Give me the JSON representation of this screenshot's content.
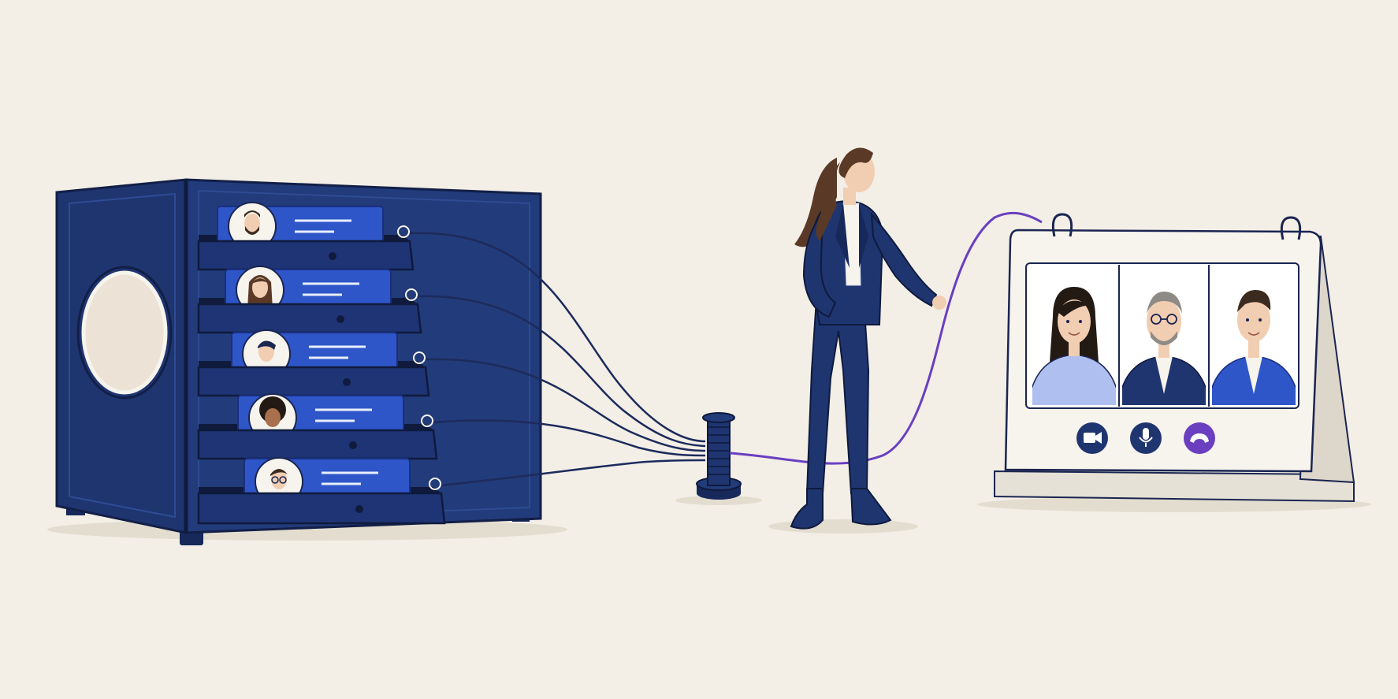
{
  "scene": {
    "background": "#f3efe7",
    "colors": {
      "navy": "#1f3570",
      "navy_dark": "#17285a",
      "royal_blue": "#2e56c9",
      "ink": "#1a2550",
      "purple": "#6a3fc0",
      "paper": "#f7f4ee",
      "skin": "#f1cdb1"
    },
    "cabinet": {
      "drawer_count": 5,
      "drawers": [
        {
          "profile": "bearded-man"
        },
        {
          "profile": "woman-long-hair"
        },
        {
          "profile": "man-side-part"
        },
        {
          "profile": "woman-curly-hair"
        },
        {
          "profile": "man-glasses"
        }
      ]
    },
    "call_panel": {
      "participants": [
        {
          "name_hint": "woman-light-blue-shirt"
        },
        {
          "name_hint": "man-grey-hair-glasses"
        },
        {
          "name_hint": "young-man-blue-suit"
        }
      ],
      "controls": [
        {
          "icon": "video-camera-icon",
          "color": "#1f3570"
        },
        {
          "icon": "microphone-icon",
          "color": "#1f3570"
        },
        {
          "icon": "hang-up-icon",
          "color": "#6a3fc0"
        }
      ]
    }
  }
}
